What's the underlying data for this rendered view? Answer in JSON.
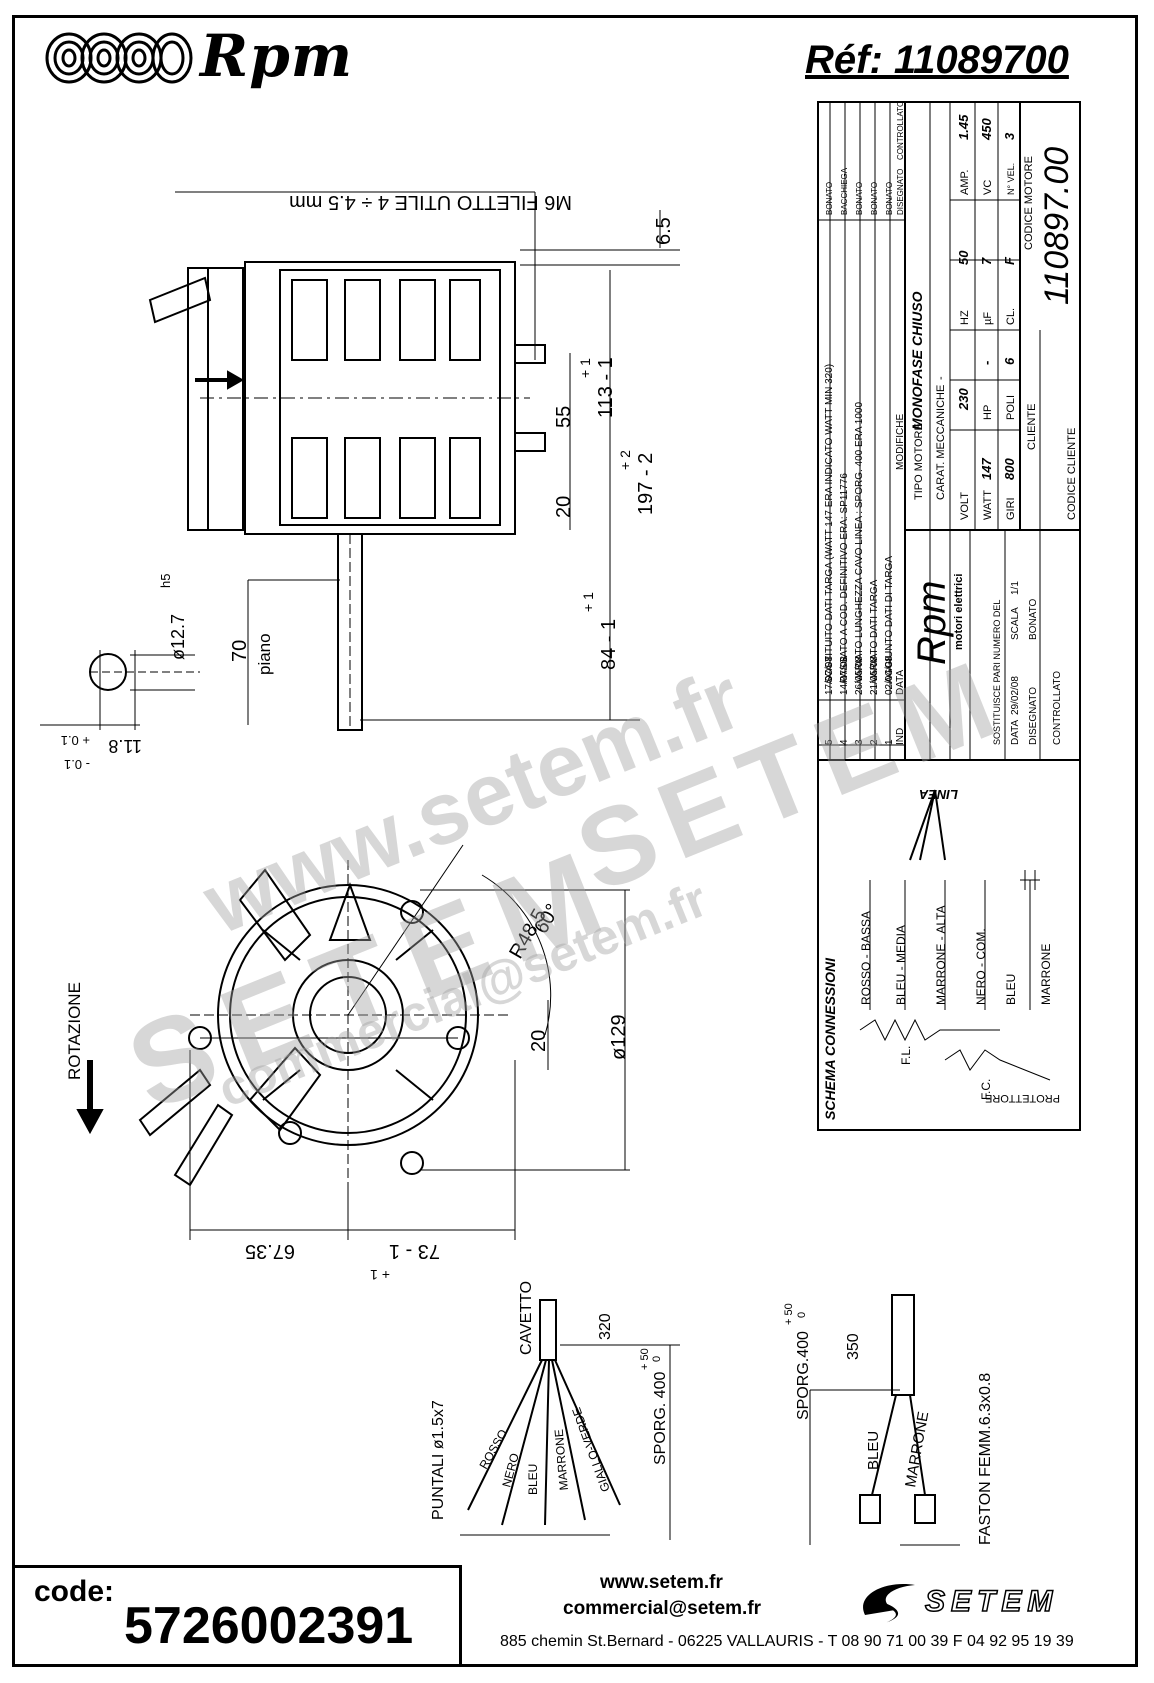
{
  "header": {
    "brand": "Rpm",
    "reference": "Réf:  11089700"
  },
  "drawing": {
    "thread_note": "M6 FILETTO UTILE 4 ÷ 4.5 mm",
    "dims": {
      "d_65": "6.5",
      "d_55": "55",
      "d_20": "20",
      "d_113": "113 - 1",
      "d_113_tol": "+ 1",
      "d_197": "197 - 2",
      "d_197_tol": "+ 2",
      "d_84": "84 - 1",
      "d_84_tol": "+ 1",
      "d_70": "70",
      "piano": "piano",
      "shaft_dia": "ø12.7",
      "shaft_fit": "h5",
      "flat": "11.8",
      "flat_tol_plus": "+ 0.1",
      "flat_tol_minus": "- 0.1",
      "r485": "R48.5",
      "angle": "60°",
      "d20b": "20",
      "d129": "ø129",
      "d6735": "67.35",
      "d73": "73 - 1",
      "d73_tol": "+ 1",
      "rotation": "ROTAZIONE"
    },
    "cable_left": {
      "cavetto": "CAVETTO",
      "d320": "320",
      "puntali": "PUNTALI ø1.5x7",
      "sporg": "SPORG. 400",
      "sporg_tol_plus": "+ 50",
      "sporg_tol_zero": "0",
      "wires": [
        "ROSSO",
        "NERO",
        "BLEU",
        "MARRONE",
        "GIALLO-VERDE"
      ]
    },
    "cable_right": {
      "d350": "350",
      "sporg": "SPORG.400",
      "sporg_tol_plus": "+ 50",
      "sporg_tol_zero": "0",
      "wires": [
        "BLEU",
        "MARRONE"
      ],
      "faston": "FASTON FEMM.6.3x0.8"
    }
  },
  "title_block": {
    "revisions": [
      {
        "ind": "5",
        "date": "17/07/08",
        "text": "SOSTITUITO DATI TARGA (WATT 147 ERA INDICATO WATT MIN 320)",
        "by": "BONATO"
      },
      {
        "ind": "4",
        "date": "14/07/08",
        "text": "PASSATO A COD. DEFINITIVO ERA: SP11776",
        "by": "BACCHIEGA"
      },
      {
        "ind": "3",
        "date": "26/05/08",
        "text": "VARIATO LUNGHEZZA CAVO LINEA : SPORG. 400 ERA 1000",
        "by": "BONATO"
      },
      {
        "ind": "2",
        "date": "21/05/08",
        "text": "VARIATO DATI TARGA",
        "by": "BONATO"
      },
      {
        "ind": "1",
        "date": "02/04/08",
        "text": "AGGIUNTO DATI DI TARGA",
        "by": "BONATO"
      }
    ],
    "rev_header": {
      "ind": "IND",
      "date": "DATA",
      "text": "MODIFICHE",
      "by1": "DISEGNATO",
      "by2": "CONTROLLATO"
    },
    "tipo_motore_label": "TIPO MOTORE",
    "tipo_motore": "MONOFASE CHIUSO",
    "carat_label": "CARAT. MECCANICHE",
    "carat_value": "-",
    "volt_label": "VOLT",
    "volt": "230",
    "hz_label": "HZ",
    "hz": "50",
    "amp_label": "AMP.",
    "amp": "1.45",
    "watt_label": "WATT",
    "watt": "147",
    "hp_label": "HP",
    "hp": "-",
    "uf_label": "µF",
    "uf": "7",
    "vc_label": "VC",
    "vc": "450",
    "giri_label": "GIRI",
    "giri": "800",
    "poli_label": "POLI",
    "poli": "6",
    "cl_label": "CL.",
    "cl": "F",
    "nvel_label": "N° VEL.",
    "nvel": "3",
    "codice_motore_label": "CODICE MOTORE",
    "codice_motore": "110897.00",
    "cliente_label": "CLIENTE",
    "codice_cliente_label": "CODICE CLIENTE",
    "logo_text": "Rpm",
    "logo_sub": "motori elettrici",
    "sostituisce": "SOSTITUISCE PARI NUMERO DEL",
    "data_label": "DATA",
    "data": "29/02/08",
    "scala_label": "SCALA",
    "scala": "1/1",
    "disegnato_label": "DISEGNATO",
    "disegnato": "BONATO",
    "controllato_label": "CONTROLLATO"
  },
  "schema": {
    "title": "SCHEMA CONNESSIONI",
    "linea": "LINEA",
    "wires": [
      "ROSSO - BASSA",
      "BLEU - MEDIA",
      "MARRONE - ALTA",
      "NERO - COM.",
      "BLEU",
      "MARRONE"
    ],
    "fl": "F.L.",
    "fc": "F.C.",
    "protettore": "PROTETTORE"
  },
  "watermark": {
    "url": "www.setem.fr",
    "name": "SETEM",
    "mail": "commercial@setem.fr"
  },
  "footer": {
    "code_label": "code:",
    "code_value": "5726002391",
    "web": "www.setem.fr",
    "mail": "commercial@setem.fr",
    "address": "885 chemin St.Bernard  -  06225 VALLAURIS  -  T 08 90 71 00 39  F 04 92 95 19 39",
    "logo": "SETEM"
  }
}
